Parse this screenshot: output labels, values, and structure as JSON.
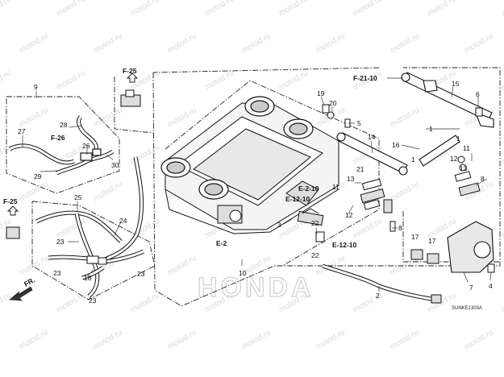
{
  "watermark": {
    "text": "motod.ru"
  },
  "brand_text": "HONDA",
  "diagram_code": "SUNKE1303A",
  "labels": {
    "9": "9",
    "27": "27",
    "28": "28",
    "26": "26",
    "29": "29",
    "30": "30",
    "25": "25",
    "24": "24",
    "23": "23",
    "18": "18",
    "10": "10",
    "19": "19",
    "20": "20",
    "5": "5",
    "14": "14",
    "21": "21",
    "13": "13",
    "11": "11",
    "12": "12",
    "22": "22",
    "3": "3",
    "2": "2",
    "15": "15",
    "6": "6",
    "1": "1",
    "16": "16",
    "8": "8",
    "17": "17",
    "7": "7",
    "4": "4"
  },
  "refs": {
    "f25_top": "F-25",
    "f26": "F-26",
    "f25_left": "F-25",
    "f21_10": "F-21-10",
    "e2_10": "E-2-10",
    "e12_10_a": "E-12-10",
    "e12_10_b": "E-12-10",
    "e2": "E-2"
  },
  "fr_marker": "FR."
}
